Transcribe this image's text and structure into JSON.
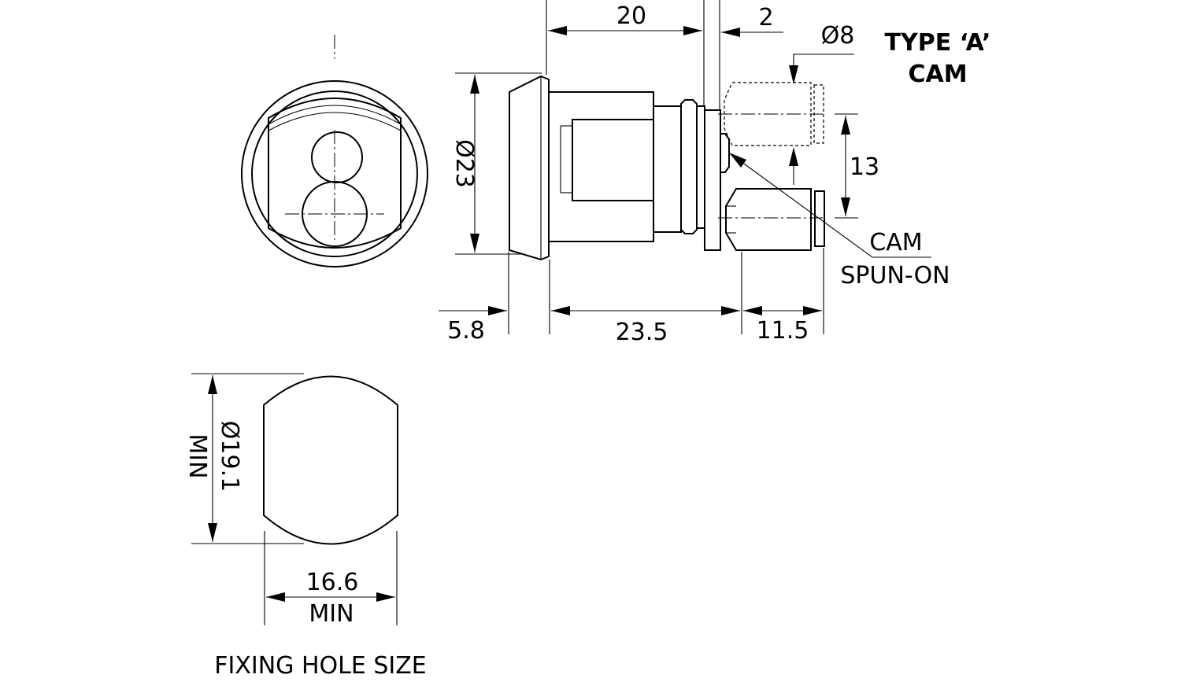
{
  "labels": {
    "dim_20": "20",
    "dim_2": "2",
    "dim_dia8": "Ø8",
    "type_line1": "TYPE ‘A’",
    "type_line2": "CAM",
    "dim_dia23": "Ø23",
    "dim_13": "13",
    "cam_line1": "CAM",
    "cam_line2": "SPUN-ON",
    "dim_5_8": "5.8",
    "dim_23_5": "23.5",
    "dim_11_5": "11.5",
    "dim_dia19_1": "Ø19.1",
    "dim_min_vertical": "MIN",
    "dim_16_6": "16.6",
    "dim_min_horizontal": "MIN",
    "caption": "FIXING HOLE SIZE"
  }
}
